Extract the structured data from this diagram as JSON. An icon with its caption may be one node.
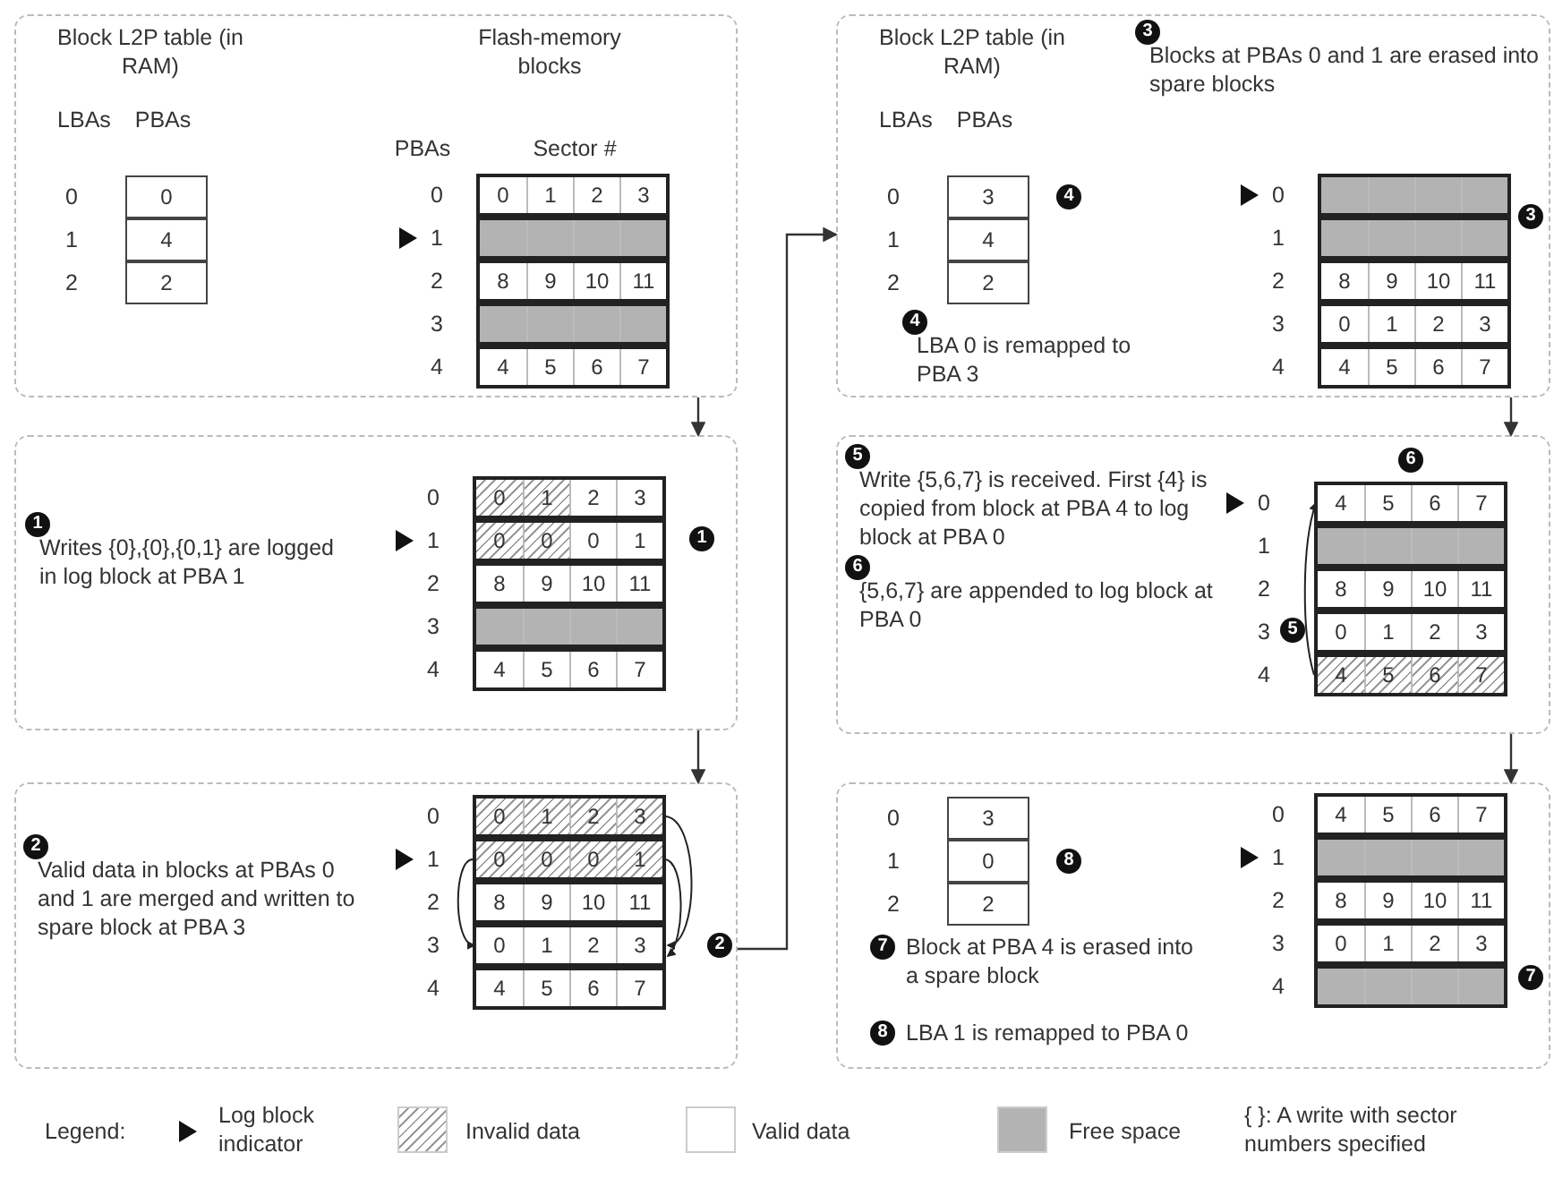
{
  "diagram": {
    "nodes": [
      {
        "text": [],
        "shape": "box"
      },
      {
        "text": [],
        "shape": "box"
      },
      {
        "text": [],
        "shape": "box"
      },
      {
        "text": [],
        "shape": "box"
      },
      {
        "text": [],
        "shape": "box"
      },
      {
        "text": [],
        "shape": "box"
      }
    ],
    "edges": [
      {
        "from": 0,
        "to": 1,
        "arrow": "to"
      },
      {
        "from": 1,
        "to": 2,
        "arrow": "to"
      },
      {
        "from": 2,
        "to": 3,
        "arrow": "to"
      },
      {
        "from": 3,
        "to": 4,
        "arrow": "to"
      },
      {
        "from": 4,
        "to": 5,
        "arrow": "to"
      }
    ],
    "labels": [
      "Block L2P table (in RAM)",
      "Flash-memory blocks",
      "LBAs",
      "PBAs",
      "PBAs",
      "Sector #",
      "0",
      "1",
      "2",
      "0",
      "4",
      "2",
      "0",
      "0",
      "1",
      "2",
      "3",
      "1",
      "2",
      "8",
      "9",
      "10",
      "11",
      "3",
      "4",
      "4",
      "5",
      "6",
      "7",
      "0",
      "0",
      "1",
      "2",
      "3",
      "1",
      "0",
      "0",
      "0",
      "1",
      "2",
      "8",
      "9",
      "10",
      "11",
      "3",
      "4",
      "4",
      "5",
      "6",
      "7",
      "1",
      "1",
      "Writes {0},{0},{0,1} are logged in log block at PBA 1",
      "0",
      "0",
      "1",
      "2",
      "3",
      "1",
      "0",
      "0",
      "0",
      "1",
      "2",
      "8",
      "9",
      "10",
      "11",
      "3",
      "0",
      "1",
      "2",
      "3",
      "4",
      "4",
      "5",
      "6",
      "7",
      "2",
      "2",
      "Valid data in blocks at PBAs 0 and 1 are merged and written to spare block at PBA 3",
      "Block L2P table (in RAM)",
      "LBAs",
      "PBAs",
      "0",
      "1",
      "2",
      "3",
      "4",
      "2",
      "0",
      "1",
      "2",
      "8",
      "9",
      "10",
      "11",
      "3",
      "0",
      "1",
      "2",
      "3",
      "4",
      "4",
      "5",
      "6",
      "7",
      "4",
      "3",
      "3",
      "Blocks at PBAs 0 and 1 are erased into spare blocks",
      "4",
      "LBA 0 is remapped to PBA 3",
      "0",
      "4",
      "5",
      "6",
      "7",
      "1",
      "2",
      "8",
      "9",
      "10",
      "11",
      "3",
      "0",
      "1",
      "2",
      "3",
      "4",
      "4",
      "5",
      "6",
      "7",
      "6",
      "5",
      "5",
      "Write {5,6,7} is received. First {4} is copied from block at PBA 4 to log block at PBA 0",
      "6",
      "{5,6,7} are appended to log block at PBA 0",
      "0",
      "1",
      "2",
      "3",
      "0",
      "2",
      "0",
      "4",
      "5",
      "6",
      "7",
      "1",
      "2",
      "8",
      "9",
      "10",
      "11",
      "3",
      "0",
      "1",
      "2",
      "3",
      "4",
      "8",
      "7",
      "7",
      "Block at PBA 4 is erased into a spare block",
      "8",
      "LBA 1 is remapped to PBA 0",
      "Legend:"
    ],
    "legend": [
      {
        "text": "Log block indicator"
      },
      {
        "text": "Invalid data"
      },
      {
        "text": "Valid data",
        "color": "#ffffff"
      },
      {
        "text": "Free space",
        "color": "#b3b3b3"
      },
      {
        "text": "{ }: A write with sector numbers specified"
      }
    ]
  }
}
